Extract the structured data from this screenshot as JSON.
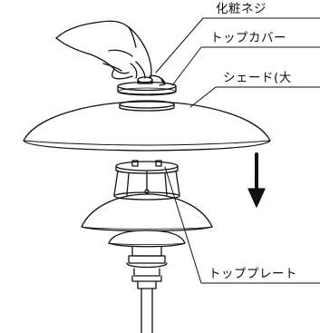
{
  "labels": {
    "screw": "化粧ネジ",
    "top_cover": "トップカバー",
    "shade_large": "シェード(大",
    "top_plate": "トッププレート"
  },
  "colors": {
    "line": "#111111",
    "fill": "#ffffff"
  },
  "icons": {
    "direction_arrow": "arrow-down-icon",
    "hand": "hand-icon"
  }
}
